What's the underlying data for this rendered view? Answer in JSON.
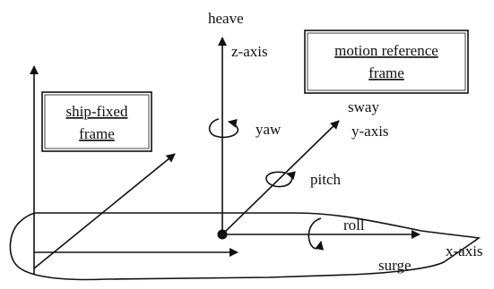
{
  "labels": {
    "heave": "heave",
    "z_axis": "z-axis",
    "yaw": "yaw",
    "sway": "sway",
    "y_axis": "y-axis",
    "pitch": "pitch",
    "roll": "roll",
    "x_axis": "x-axis",
    "surge": "surge"
  },
  "boxes": {
    "ship_fixed": {
      "line1": "ship-fixed",
      "line2": "frame"
    },
    "motion_reference": {
      "line1": "motion reference",
      "line2": "frame"
    }
  }
}
